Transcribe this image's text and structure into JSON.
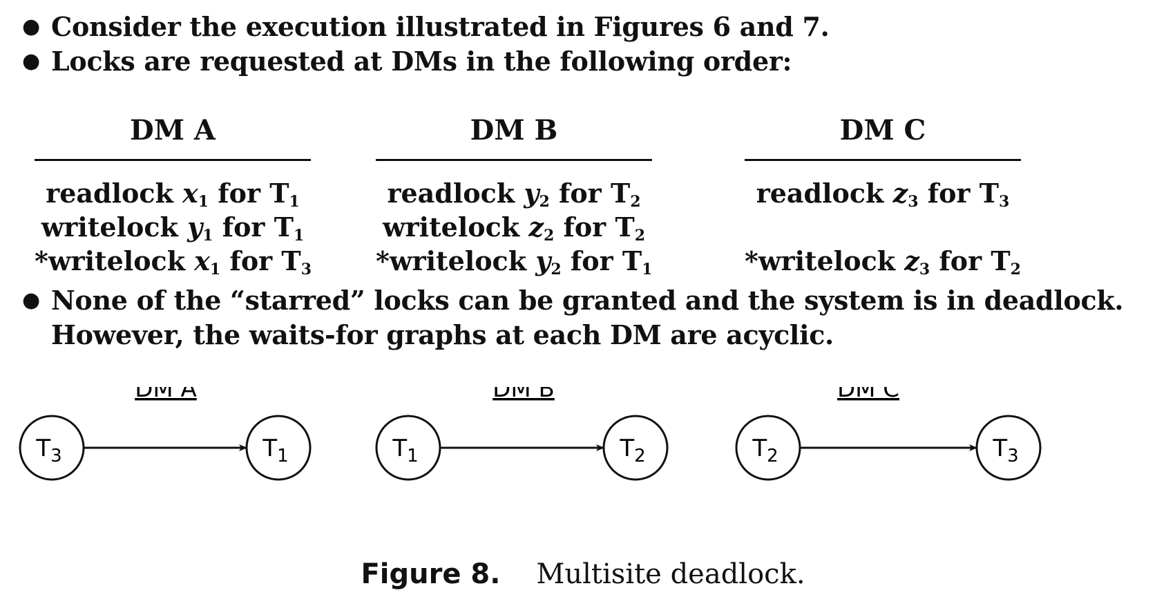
{
  "bullets": [
    "Consider the execution illustrated in Figures 6 and 7.",
    "Locks are requested at DMs in the following order:",
    "None of the “starred” locks can be granted and the system is in deadlock. However, the waits-for graphs at each DM are acyclic."
  ],
  "lock_table": {
    "columns": [
      {
        "header": "DM A",
        "rows": [
          {
            "star": "",
            "op": "readlock",
            "var": "x",
            "var_sub": "1",
            "for": "for",
            "txn": "T",
            "txn_sub": "1"
          },
          {
            "star": "",
            "op": "writelock",
            "var": "y",
            "var_sub": "1",
            "for": "for",
            "txn": "T",
            "txn_sub": "1"
          },
          {
            "star": "*",
            "op": "writelock",
            "var": "x",
            "var_sub": "1",
            "for": "for",
            "txn": "T",
            "txn_sub": "3"
          }
        ]
      },
      {
        "header": "DM B",
        "rows": [
          {
            "star": "",
            "op": "readlock",
            "var": "y",
            "var_sub": "2",
            "for": "for",
            "txn": "T",
            "txn_sub": "2"
          },
          {
            "star": "",
            "op": "writelock",
            "var": "z",
            "var_sub": "2",
            "for": "for",
            "txn": "T",
            "txn_sub": "2"
          },
          {
            "star": "*",
            "op": "writelock",
            "var": "y",
            "var_sub": "2",
            "for": "for",
            "txn": "T",
            "txn_sub": "1"
          }
        ]
      },
      {
        "header": "DM C",
        "rows": [
          {
            "star": "",
            "op": "readlock",
            "var": "z",
            "var_sub": "3",
            "for": "for",
            "txn": "T",
            "txn_sub": "3"
          },
          null,
          {
            "star": "*",
            "op": "writelock",
            "var": "z",
            "var_sub": "3",
            "for": "for",
            "txn": "T",
            "txn_sub": "2"
          }
        ]
      }
    ]
  },
  "waits_for_graphs": [
    {
      "label": "DM A",
      "from": {
        "t": "T",
        "sub": "3"
      },
      "to": {
        "t": "T",
        "sub": "1"
      }
    },
    {
      "label": "DM B",
      "from": {
        "t": "T",
        "sub": "1"
      },
      "to": {
        "t": "T",
        "sub": "2"
      }
    },
    {
      "label": "DM C",
      "from": {
        "t": "T",
        "sub": "2"
      },
      "to": {
        "t": "T",
        "sub": "3"
      }
    }
  ],
  "caption": {
    "figure": "Figure 8.",
    "text": "Multisite deadlock."
  }
}
